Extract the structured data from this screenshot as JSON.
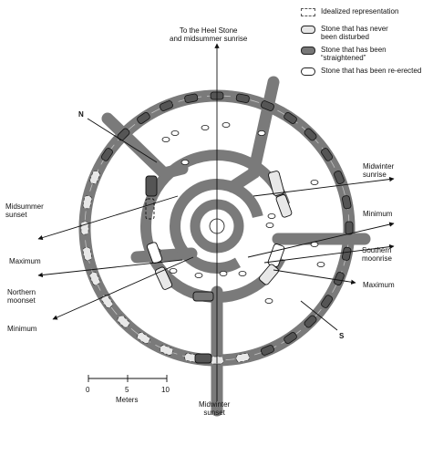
{
  "legend": {
    "idealized": "Idealized representation",
    "undisturbed_1": "Stone that has never",
    "undisturbed_2": "been disturbed",
    "straightened_1": "Stone that has been",
    "straightened_2": "“straightened”",
    "reerected": "Stone that has been re-erected"
  },
  "labels": {
    "heel_1": "To the Heel Stone",
    "heel_2": "and midsummer sunrise",
    "north": "N",
    "south": "S",
    "midwinter_sunrise_1": "Midwinter",
    "midwinter_sunrise_2": "sunrise",
    "midsummer_sunset_1": "Midsummer",
    "midsummer_sunset_2": "sunset",
    "maximum_left": "Maximum",
    "maximum_right": "Maximum",
    "minimum_right": "Minimum",
    "minimum_left": "Minimum",
    "southern_moonrise_1": "Southern",
    "southern_moonrise_2": "moonrise",
    "northern_moonset_1": "Northern",
    "northern_moonset_2": "moonset",
    "midwinter_sunset_1": "Midwinter",
    "midwinter_sunset_2": "sunset"
  },
  "scale": {
    "ticks": [
      "0",
      "5",
      "10"
    ],
    "label": "Meters"
  },
  "colors": {
    "band": "#7a7a7a",
    "stone_dark": "#555555",
    "stone_light": "#e8e8e8",
    "line": "#111111"
  }
}
